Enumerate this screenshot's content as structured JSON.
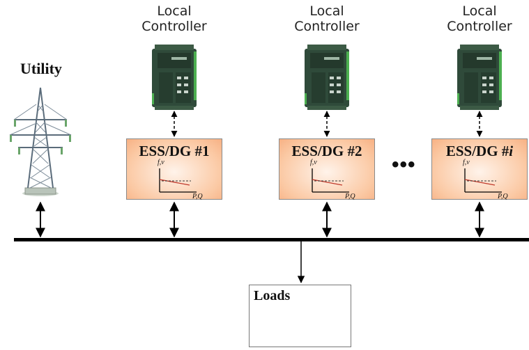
{
  "utility": {
    "label": "Utility"
  },
  "controllers": [
    {
      "line1": "Local",
      "line2": "Controller"
    },
    {
      "line1": "Local",
      "line2": "Controller"
    },
    {
      "line1": "Local",
      "line2": "Controller"
    }
  ],
  "units": [
    {
      "prefix": "ESS/DG #",
      "index": "1",
      "italic": false,
      "y_axis": "f,v",
      "x_axis": "P,Q"
    },
    {
      "prefix": "ESS/DG #",
      "index": "2",
      "italic": false,
      "y_axis": "f,v",
      "x_axis": "P,Q"
    },
    {
      "prefix": "ESS/DG #",
      "index": "i",
      "italic": true,
      "y_axis": "f,v",
      "x_axis": "P,Q"
    }
  ],
  "ellipsis": "•••",
  "loads": {
    "label": "Loads"
  },
  "colors": {
    "ess_fill": "#fbc9a4",
    "bus": "#000000",
    "load_curve_1": "#e8874f",
    "load_curve_2": "#3b4fc8",
    "controller_body": "#2f4a3a"
  },
  "icons": {
    "utility": "transmission-tower-icon",
    "controller": "plc-controller-icon"
  }
}
